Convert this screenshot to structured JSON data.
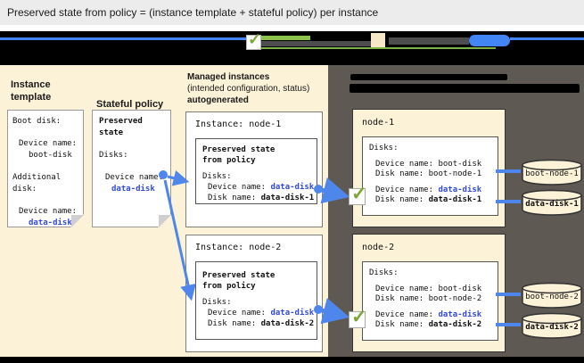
{
  "title": "Preserved state from policy = (instance template + stateful policy) per instance",
  "colors": {
    "panel_cream": "#fcf2d8",
    "panel_dark": "#5e5952",
    "accent_blue": "#4285f4",
    "link_blue": "#2f49e1",
    "check_green": "#76a832"
  },
  "icons": {
    "check_glyph": "✓"
  },
  "instance_template": {
    "heading": "Instance template",
    "boot_label": "Boot disk:",
    "device_label1": "Device name:",
    "boot_value": "boot-disk",
    "additional_label1": "Additional",
    "additional_label2": "disk:",
    "device_label2": "Device name:",
    "data_value": "data-disk"
  },
  "stateful_policy": {
    "heading": "Stateful policy",
    "preserved1": "Preserved",
    "preserved2": "state",
    "disks_label": "Disks:",
    "device_label": "Device name:",
    "data_value": "data-disk"
  },
  "managed": {
    "heading_bold": "Managed instances",
    "heading_normal": "(intended configuration, status)",
    "heading_bold2": "autogenerated",
    "instances": [
      {
        "title": "Instance: node-1",
        "preserved1": "Preserved state",
        "preserved2": "from policy",
        "disks_label": "Disks:",
        "device_prefix": "Device name: ",
        "device_value": "data-disk",
        "disk_prefix": "Disk name: ",
        "disk_value": "data-disk-1"
      },
      {
        "title": "Instance: node-2",
        "preserved1": "Preserved state",
        "preserved2": "from policy",
        "disks_label": "Disks:",
        "device_prefix": "Device name: ",
        "device_value": "data-disk",
        "disk_prefix": "Disk name: ",
        "disk_value": "data-disk-2"
      }
    ]
  },
  "vm_nodes": [
    {
      "title": "node-1",
      "disks_label": "Disks:",
      "boot_device_line": "Device name: boot-disk",
      "boot_disk_line": "Disk name: boot-node-1",
      "device_prefix": "Device name: ",
      "device_value": "data-disk",
      "disk_prefix": "Disk name: ",
      "disk_value": "data-disk-1"
    },
    {
      "title": "node-2",
      "disks_label": "Disks:",
      "boot_device_line": "Device name: boot-disk",
      "boot_disk_line": "Disk name: boot-node-2",
      "device_prefix": "Device name: ",
      "device_value": "data-disk",
      "disk_prefix": "Disk name: ",
      "disk_value": "data-disk-2"
    }
  ],
  "disks": [
    {
      "label": "boot-node-1"
    },
    {
      "label": "data-disk-1"
    },
    {
      "label": "boot-node-2"
    },
    {
      "label": "data-disk-2"
    }
  ]
}
